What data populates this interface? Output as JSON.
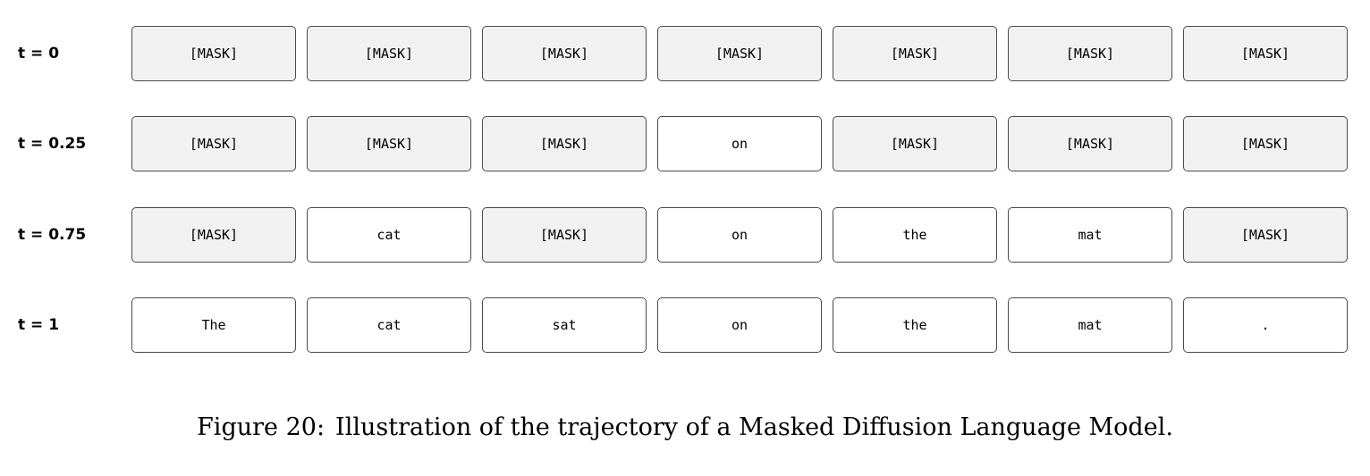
{
  "rows": [
    {
      "label": "t = 0",
      "tokens": [
        "[MASK]",
        "[MASK]",
        "[MASK]",
        "[MASK]",
        "[MASK]",
        "[MASK]",
        "[MASK]"
      ]
    },
    {
      "label": "t = 0.25",
      "tokens": [
        "[MASK]",
        "[MASK]",
        "[MASK]",
        "on",
        "[MASK]",
        "[MASK]",
        "[MASK]"
      ]
    },
    {
      "label": "t = 0.75",
      "tokens": [
        "[MASK]",
        "cat",
        "[MASK]",
        "on",
        "the",
        "mat",
        "[MASK]"
      ]
    },
    {
      "label": "t = 1",
      "tokens": [
        "The",
        "cat",
        "sat",
        "on",
        "the",
        "mat",
        "."
      ]
    }
  ],
  "mask_token": "[MASK]",
  "colors": {
    "masked_fill": "#f1f1f1",
    "unmasked_fill": "#ffffff",
    "border": "#4a4a4a"
  },
  "caption": {
    "figure_number": "Figure 20:",
    "text": "Illustration of the trajectory of a Masked Diffusion Language Model."
  }
}
